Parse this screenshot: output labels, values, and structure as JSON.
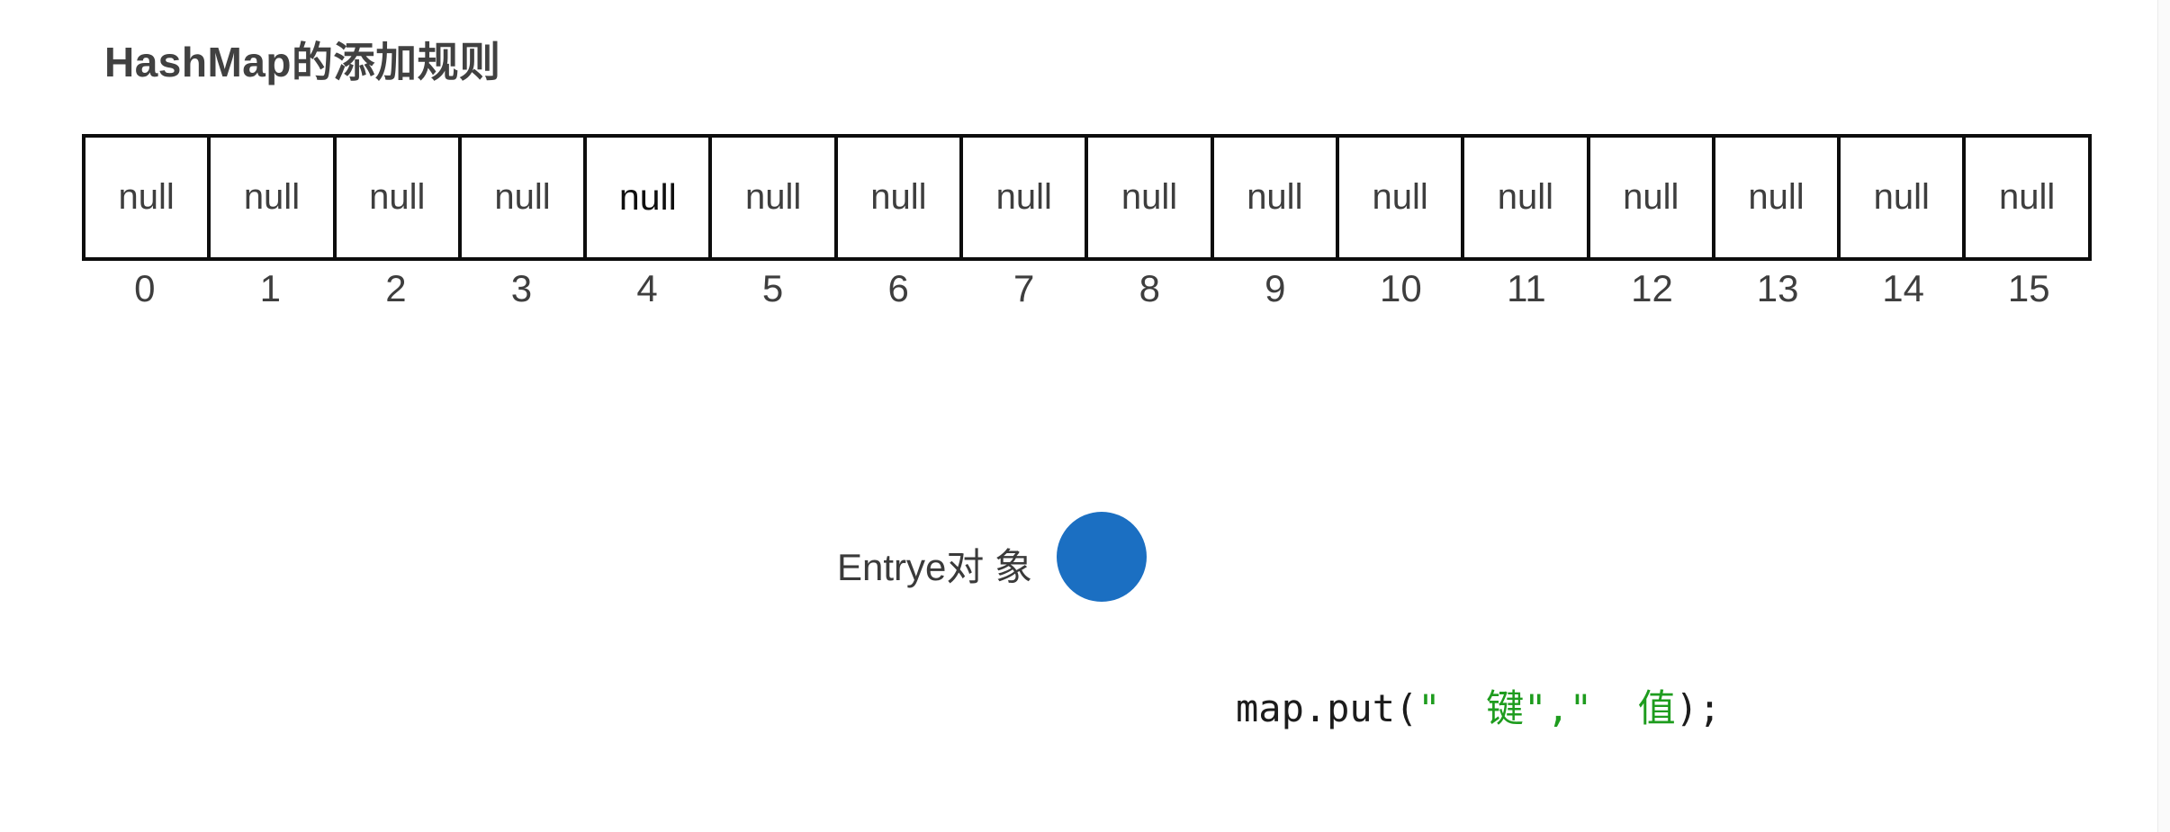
{
  "title": {
    "text": "HashMap的添加规则"
  },
  "bucket_array": {
    "emphasized_index": 4,
    "cells": [
      {
        "value": "null",
        "index": "0"
      },
      {
        "value": "null",
        "index": "1"
      },
      {
        "value": "null",
        "index": "2"
      },
      {
        "value": "null",
        "index": "3"
      },
      {
        "value": "null",
        "index": "4"
      },
      {
        "value": "null",
        "index": "5"
      },
      {
        "value": "null",
        "index": "6"
      },
      {
        "value": "null",
        "index": "7"
      },
      {
        "value": "null",
        "index": "8"
      },
      {
        "value": "null",
        "index": "9"
      },
      {
        "value": "null",
        "index": "10"
      },
      {
        "value": "null",
        "index": "11"
      },
      {
        "value": "null",
        "index": "12"
      },
      {
        "value": "null",
        "index": "13"
      },
      {
        "value": "null",
        "index": "14"
      },
      {
        "value": "null",
        "index": "15"
      }
    ]
  },
  "entry": {
    "label": "Entrye对 象",
    "circle_color": "#1b6fc2"
  },
  "code": {
    "segments": [
      {
        "text": "map.put(",
        "color": "#1c1c1c"
      },
      {
        "text": "\"  键\",\"  值",
        "color": "#1e9c1e"
      },
      {
        "text": ");",
        "color": "#1c1c1c"
      }
    ]
  }
}
